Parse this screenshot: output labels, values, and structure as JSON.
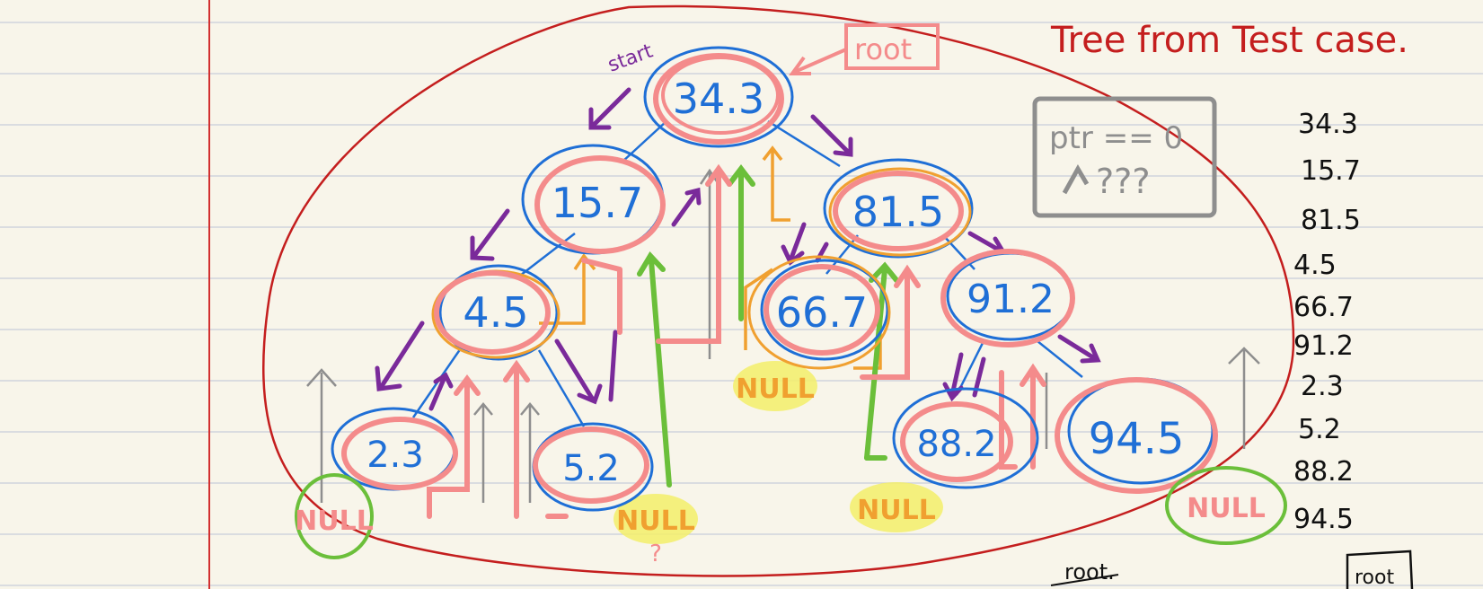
{
  "heading": "Tree from Test case.",
  "root_tag": "root",
  "start_label": "start",
  "nodes": {
    "n34": "34.3",
    "n15": "15.7",
    "n81": "81.5",
    "n4": "4.5",
    "n66": "66.7",
    "n91": "91.2",
    "n2": "2.3",
    "n5": "5.2",
    "n88": "88.2",
    "n94": "94.5"
  },
  "nulls": {
    "left_leaf": "NULL",
    "center_left": "NULL",
    "center_right": "NULL",
    "mid_right": "NULL",
    "right_leaf": "NULL"
  },
  "question_mark": "?",
  "box": {
    "line1": "ptr == 0",
    "line2": "???"
  },
  "order_list": [
    "34.3",
    "15.7",
    "81.5",
    "4.5",
    "66.7",
    "91.2",
    "2.3",
    "5.2",
    "88.2",
    "94.5"
  ],
  "bottom_root_1": "root.",
  "bottom_root_2": "root",
  "colors": {
    "paper": "#f8f5ea",
    "rule_line": "#cfd3dc",
    "margin": "#d23030",
    "blob": "#c41e1e",
    "node_blue": "#1f6fd6",
    "pink": "#f48b8b",
    "purple": "#7a2a9a",
    "green": "#6bbf3a",
    "orange": "#f0a030",
    "gray": "#8e8e8e",
    "highlight": "#f3ef6a",
    "ink": "#111111"
  }
}
